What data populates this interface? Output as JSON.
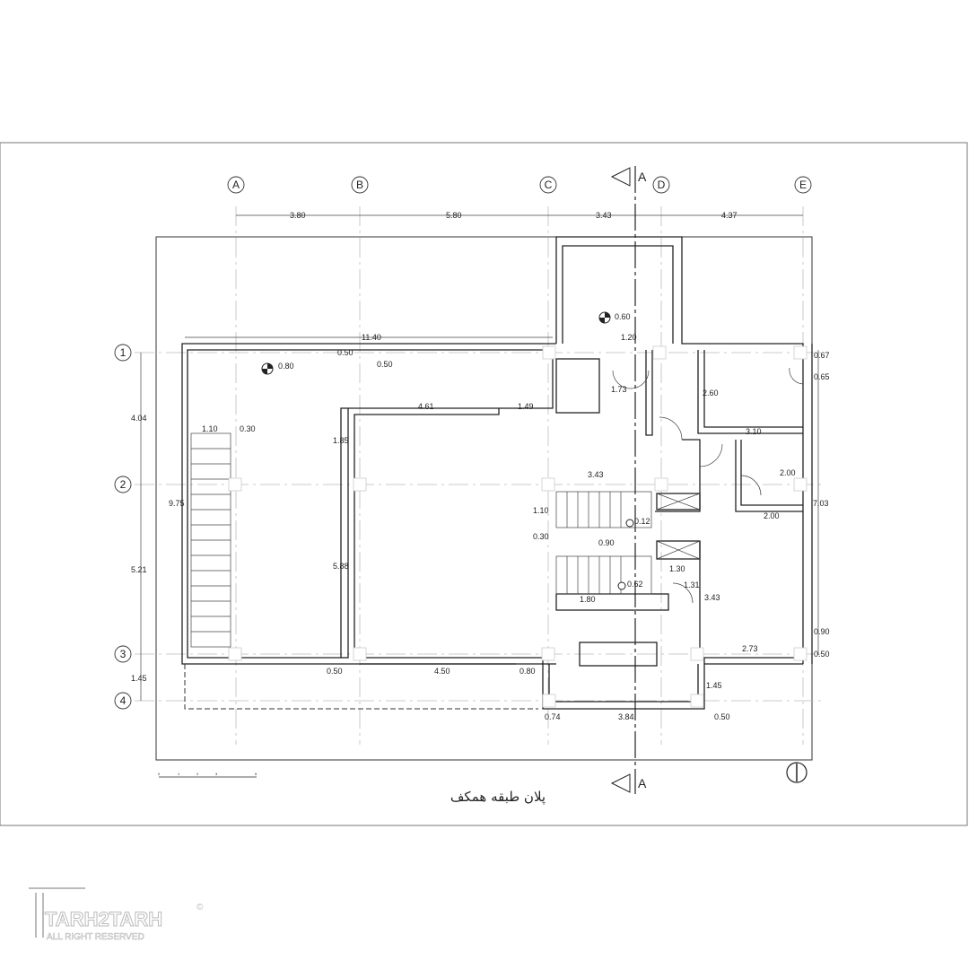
{
  "drawing": {
    "title": "پلان طبقه همکف",
    "section_marker": "A",
    "grid_columns": [
      "A",
      "B",
      "C",
      "D",
      "E"
    ],
    "grid_rows": [
      "1",
      "2",
      "3",
      "4"
    ],
    "column_spacings": [
      "3.80",
      "5.80",
      "3.43",
      "4.37"
    ],
    "row_spacings": [
      "4.04",
      "5.21",
      "1.45"
    ],
    "overall_height": "9.75",
    "levels": [
      "0.80",
      "0.60",
      "0.12",
      "0.62"
    ],
    "dimensions": [
      "11.40",
      "0.50",
      "0.50",
      "1.20",
      "1.73",
      "0.67",
      "0.65",
      "2.60",
      "4.61",
      "1.49",
      "1.10",
      "0.30",
      "1.85",
      "3.10",
      "3.43",
      "2.00",
      "2.00",
      "7.03",
      "1.10",
      "0.30",
      "0.90",
      "5.88",
      "1.30",
      "1.31",
      "1.80",
      "3.43",
      "0.90",
      "0.50",
      "2.73",
      "0.50",
      "4.50",
      "0.80",
      "1.45",
      "0.74",
      "3.84",
      "0.50"
    ],
    "scale_ticks": [
      "0",
      "1",
      "2",
      "3",
      "5"
    ]
  },
  "watermark": {
    "brand": "TARH2TARH",
    "tagline": "ALL RIGHT RESERVED",
    "mark": "©"
  }
}
